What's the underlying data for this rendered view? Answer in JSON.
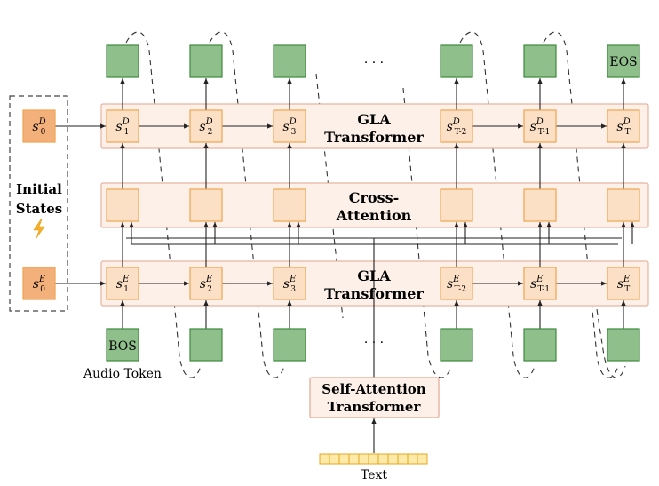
{
  "colors": {
    "band_fill": "#fdf0e8",
    "band_stroke": "#e8b2a0",
    "state_fill": "#fbe0c6",
    "state_stroke": "#f0a44e",
    "init_fill": "#f3b07a",
    "token_fill": "#8fbf8a",
    "token_stroke": "#3e8a3c",
    "text_fill": "#fde9a8",
    "text_stroke": "#e6a820"
  },
  "initial_states": {
    "label_line1": "Initial",
    "label_line2": "States",
    "lightning_icon": "lightning-icon",
    "decoder_state": {
      "base": "s",
      "sup": "D",
      "sub": "0"
    },
    "encoder_state": {
      "base": "s",
      "sup": "E",
      "sub": "0"
    }
  },
  "decoder_gla": {
    "title_line1": "GLA",
    "title_line2": "Transformer",
    "states": [
      {
        "base": "s",
        "sup": "D",
        "sub": "1"
      },
      {
        "base": "s",
        "sup": "D",
        "sub": "2"
      },
      {
        "base": "s",
        "sup": "D",
        "sub": "3"
      },
      {
        "base": "s",
        "sup": "D",
        "sub": "T-2"
      },
      {
        "base": "s",
        "sup": "D",
        "sub": "T-1"
      },
      {
        "base": "s",
        "sup": "D",
        "sub": "T"
      }
    ]
  },
  "cross_attention": {
    "title_line1": "Cross-",
    "title_line2": "Attention"
  },
  "encoder_gla": {
    "title_line1": "GLA",
    "title_line2": "Transformer",
    "states": [
      {
        "base": "s",
        "sup": "E",
        "sub": "1"
      },
      {
        "base": "s",
        "sup": "E",
        "sub": "2"
      },
      {
        "base": "s",
        "sup": "E",
        "sub": "3"
      },
      {
        "base": "s",
        "sup": "E",
        "sub": "T-2"
      },
      {
        "base": "s",
        "sup": "E",
        "sub": "T-1"
      },
      {
        "base": "s",
        "sup": "E",
        "sub": "T"
      }
    ]
  },
  "output_tokens": {
    "ellipsis": "· · ·",
    "last_label": "EOS"
  },
  "input_tokens": {
    "ellipsis": "· · ·",
    "first_label": "BOS",
    "caption": "Audio Token"
  },
  "self_attention": {
    "title_line1": "Self-Attention",
    "title_line2": "Transformer"
  },
  "text_input": {
    "caption": "Text"
  }
}
